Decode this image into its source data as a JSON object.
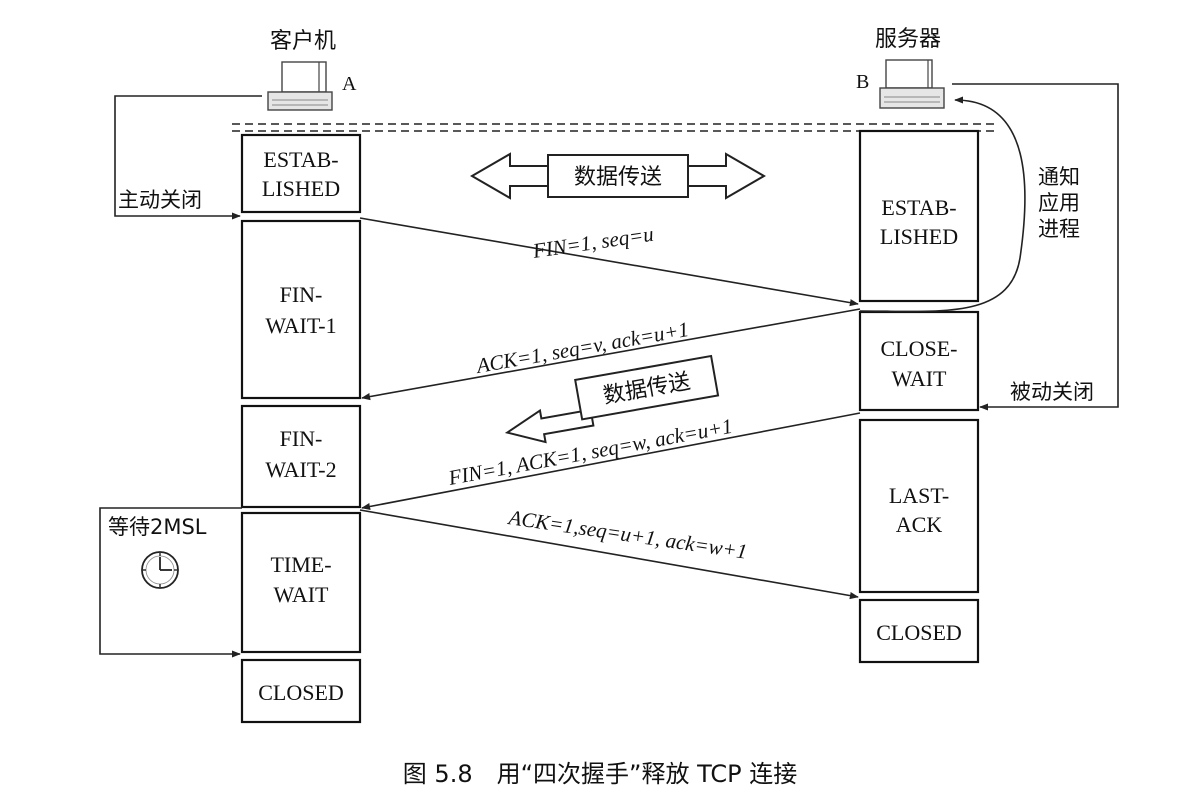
{
  "client": {
    "title": "客户机",
    "label": "A"
  },
  "server": {
    "title": "服务器",
    "label": "B"
  },
  "client_states": [
    {
      "id": "established",
      "lines": [
        "ESTAB-",
        "LISHED"
      ]
    },
    {
      "id": "fin-wait-1",
      "lines": [
        "FIN-",
        "WAIT-1"
      ]
    },
    {
      "id": "fin-wait-2",
      "lines": [
        "FIN-",
        "WAIT-2"
      ]
    },
    {
      "id": "time-wait",
      "lines": [
        "TIME-",
        "WAIT"
      ]
    },
    {
      "id": "closed",
      "lines": [
        "CLOSED"
      ]
    }
  ],
  "server_states": [
    {
      "id": "established",
      "lines": [
        "ESTAB-",
        "LISHED"
      ]
    },
    {
      "id": "close-wait",
      "lines": [
        "CLOSE-",
        "WAIT"
      ]
    },
    {
      "id": "last-ack",
      "lines": [
        "LAST-",
        "ACK"
      ]
    },
    {
      "id": "closed",
      "lines": [
        "CLOSED"
      ]
    }
  ],
  "messages": {
    "m1": "FIN=1, seq=u",
    "m2": "ACK=1, seq=v, ack=u+1",
    "m3": "FIN=1, ACK=1, seq=w, ack=u+1",
    "m4": "ACK=1,seq=u+1, ack=w+1"
  },
  "data_transfer_both": "数据传送",
  "data_transfer_one": "数据传送",
  "active_close": "主动关闭",
  "passive_close": "被动关闭",
  "notify_app": [
    "通知",
    "应用",
    "进程"
  ],
  "wait_2msl": "等待2MSL",
  "caption": "图 5.8　用“四次握手”释放 TCP 连接"
}
